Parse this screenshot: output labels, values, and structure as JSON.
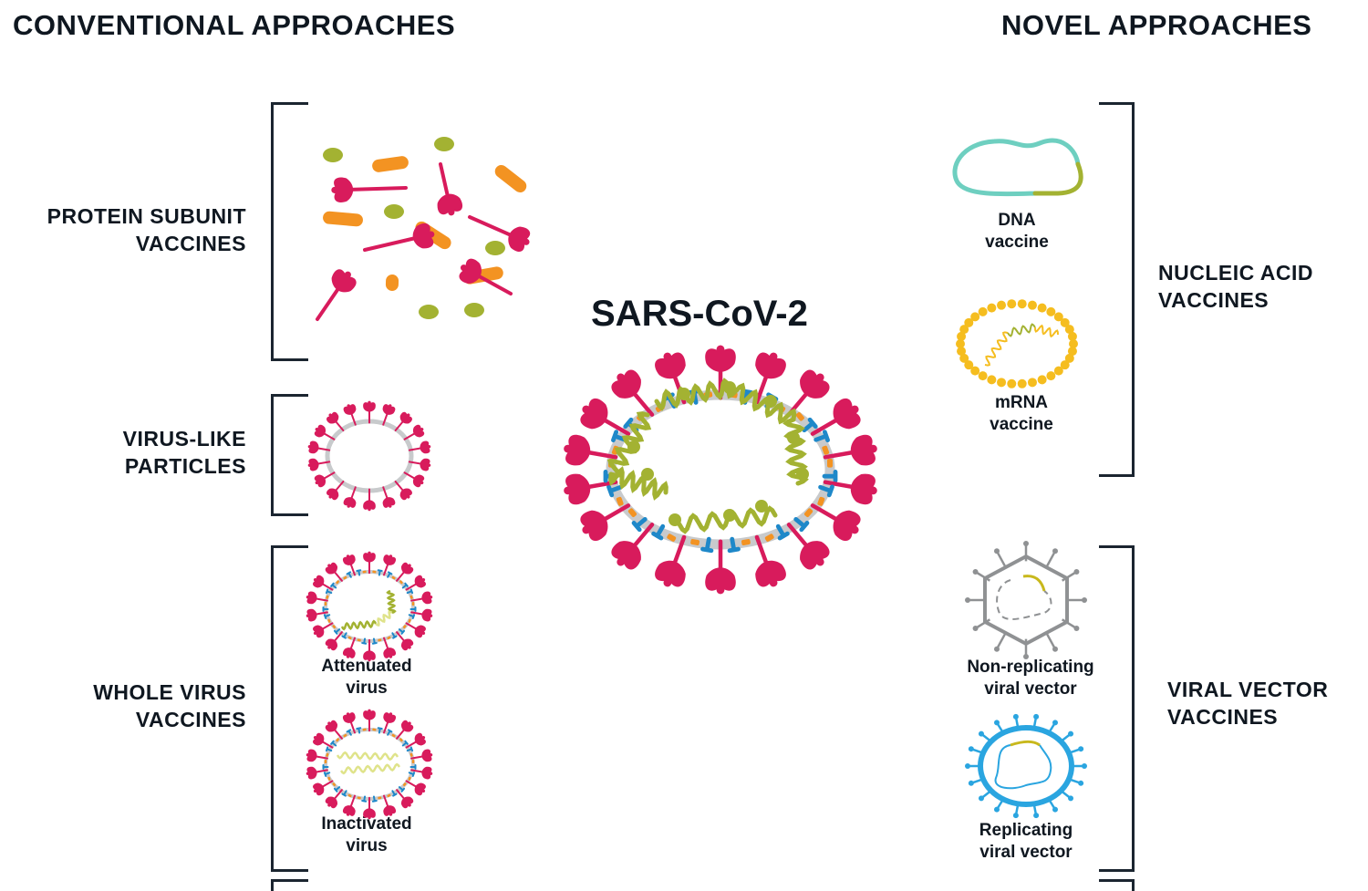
{
  "headings": {
    "conventional": "CONVENTIONAL APPROACHES",
    "novel": "NOVEL APPROACHES"
  },
  "center": {
    "title": "SARS-CoV-2"
  },
  "conventional": {
    "protein_subunit": {
      "label_line1": "PROTEIN SUBUNIT",
      "label_line2": "VACCINES"
    },
    "virus_like": {
      "label_line1": "VIRUS-LIKE",
      "label_line2": "PARTICLES"
    },
    "whole_virus": {
      "label_line1": "WHOLE VIRUS",
      "label_line2": "VACCINES",
      "attenuated": {
        "line1": "Attenuated",
        "line2": "virus"
      },
      "inactivated": {
        "line1": "Inactivated",
        "line2": "virus"
      }
    }
  },
  "novel": {
    "nucleic_acid": {
      "label_line1": "NUCLEIC ACID",
      "label_line2": "VACCINES",
      "dna": {
        "line1": "DNA",
        "line2": "vaccine"
      },
      "mrna": {
        "line1": "mRNA",
        "line2": "vaccine"
      }
    },
    "viral_vector": {
      "label_line1": "VIRAL VECTOR",
      "label_line2": "VACCINES",
      "non_replicating": {
        "line1": "Non-replicating",
        "line2": "viral vector"
      },
      "replicating": {
        "line1": "Replicating",
        "line2": "viral vector"
      }
    }
  },
  "colors": {
    "spike": "#d81b5c",
    "membrane": "#c8cacc",
    "rna": "#a3b232",
    "rna_light": "#dfe38a",
    "protein_orange": "#f39322",
    "protein_blue": "#1e88c9",
    "dna": "#6ecfc0",
    "mrna_dots": "#f5bd1f",
    "vector_gray": "#8f9193",
    "vector_blue": "#2aa5e0",
    "gene_insert": "#c8b81c",
    "text": "#0f1720"
  }
}
